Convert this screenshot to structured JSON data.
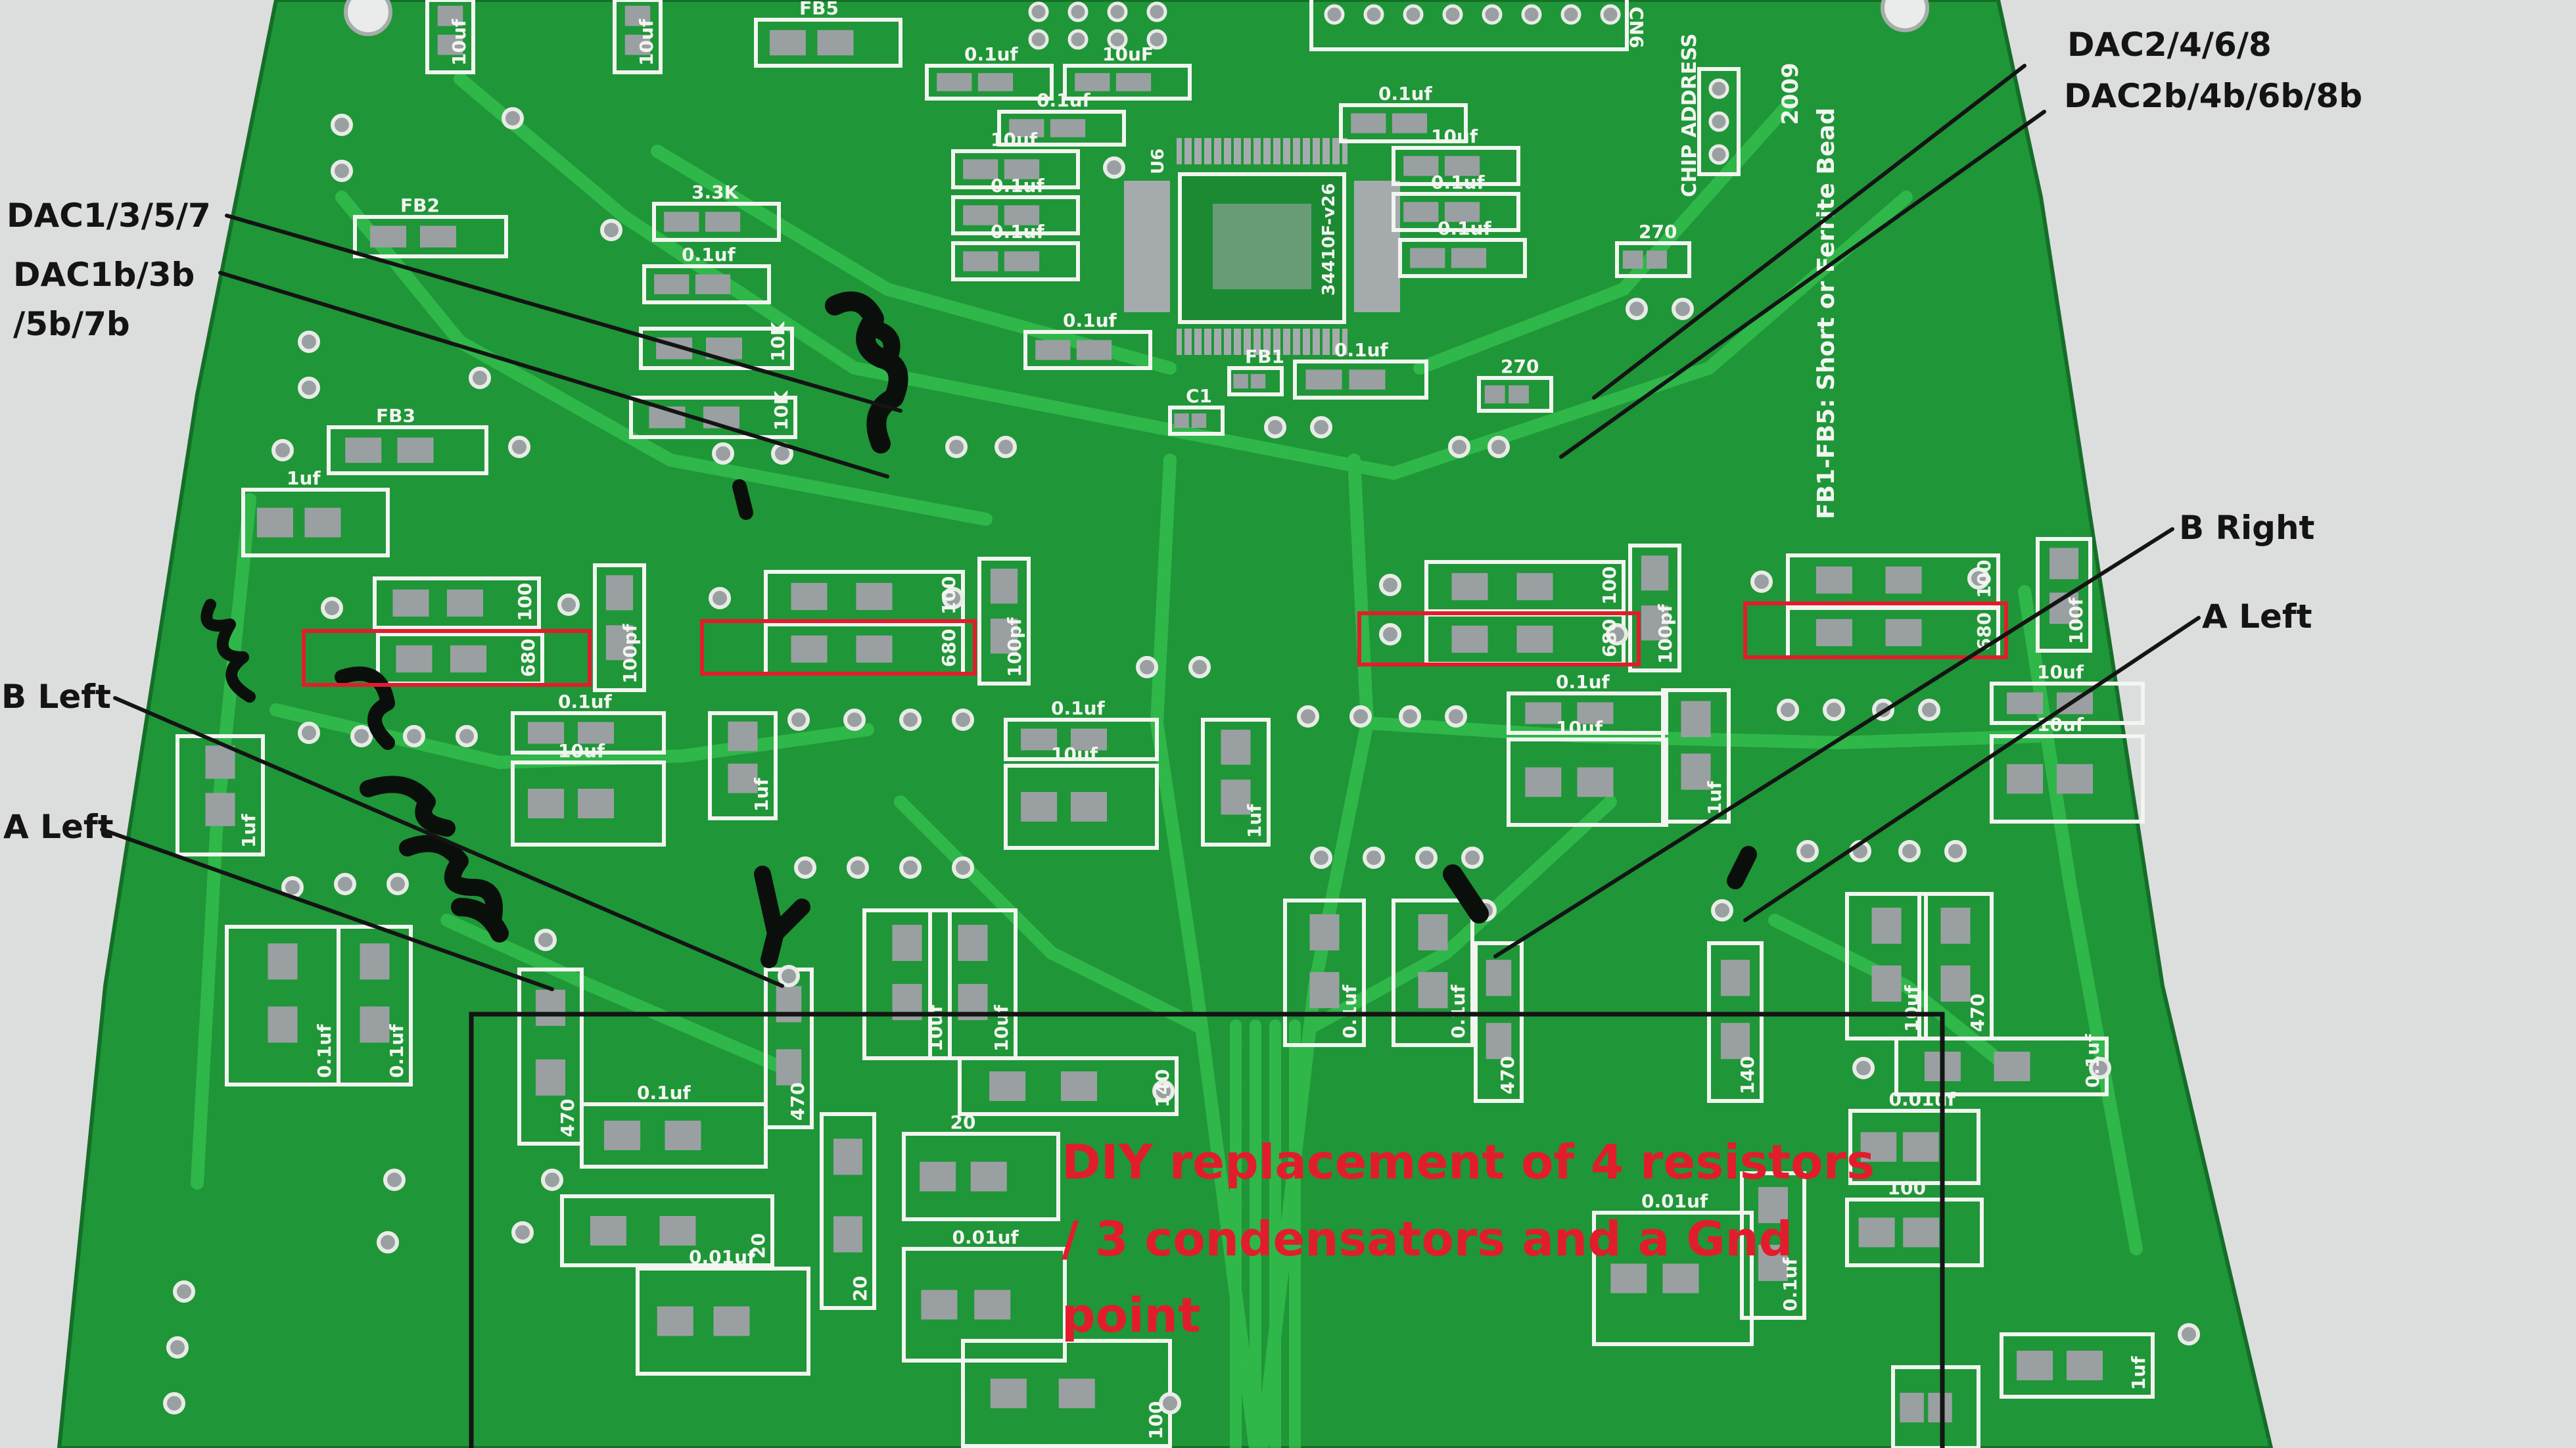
{
  "colors": {
    "background": "#dcdedd",
    "pcb_green": "#1f9638",
    "pcb_green_dark": "#187a2c",
    "trace_green": "#35c24f",
    "silkscreen": "#f2f5f0",
    "pad": "#9aa0a2",
    "highlight_red": "#e11d2d",
    "annotation_text": "#141414",
    "marker_ink": "#0b0f0c"
  },
  "annotations": {
    "dac_odd": "DAC1/3/5/7",
    "dac_odd_b_line1": "DAC1b/3b",
    "dac_odd_b_line2": "/5b/7b",
    "dac_even": "DAC2/4/6/8",
    "dac_even_b": "DAC2b/4b/6b/8b",
    "b_right": "B Right",
    "a_left_right_side": "A Left",
    "b_left": "B Left",
    "a_left": "A Left",
    "diy_note": "DIY replacement of 4 resistors / 3 condensators and a Gnd point"
  },
  "silkscreen": {
    "board_year": "2009",
    "chip_address": "CHIP ADDRESS",
    "ferrite_note": "FB1-FB5: Short or Ferrite Bead",
    "chip": "34410F-v26",
    "u6": "U6",
    "cn6": "CN6",
    "labels": [
      "10uf",
      "10uf",
      "FB5",
      "0.1uf",
      "10uF",
      "0.1uf",
      "10uf",
      "0.1uf",
      "0.1uf",
      "0.1uf",
      "10uf",
      "0.1uf",
      "0.1uf",
      "FB2",
      "3.3K",
      "0.1uf",
      "10K",
      "10K",
      "FB3",
      "0.1uf",
      "0.1uf",
      "270",
      "270",
      "FB1",
      "C1",
      "1uf",
      "100",
      "680",
      "100pf",
      "100",
      "680",
      "100pf",
      "100",
      "680",
      "100pf",
      "100",
      "680",
      "100f",
      "0.1uf",
      "1uf",
      "10uf",
      "1uf",
      "0.1uf",
      "1uf",
      "10uf",
      "0.1uf",
      "1uf",
      "10uf",
      "10uf",
      "10uf",
      "0.1uf",
      "0.1uf",
      "10uf",
      "10uf",
      "0.1uf",
      "0.1uf",
      "10uf",
      "470",
      "470",
      "470",
      "470",
      "140",
      "140",
      "0.1uf",
      "0.1uf",
      "20",
      "20",
      "20",
      "0.1uf",
      "0.01uf",
      "0.01uf",
      "0.01uf",
      "0.01uf",
      "100",
      "100",
      "1uf"
    ]
  }
}
